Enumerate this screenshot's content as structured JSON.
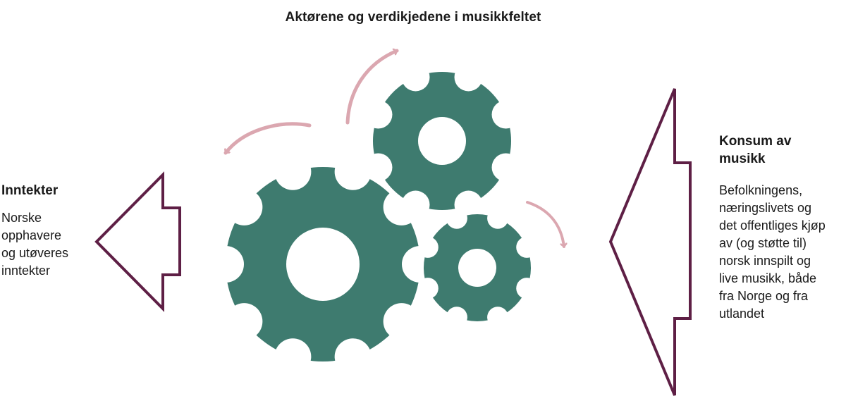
{
  "title": "Aktørene og verdikjedene i musikkfeltet",
  "left": {
    "heading": "Inntekter",
    "text": "Norske\nopphavere\nog utøveres\ninntekter"
  },
  "right": {
    "heading": "Konsum av\nmusikk",
    "text": "Befolkningens,\nnæringslivets og\ndet offentliges kjøp\nav (og støtte til)\nnorsk innspilt og\nlive musikk, både\nfra Norge og fra\nutlandet"
  },
  "colors": {
    "gear": "#3e7b6f",
    "arrow_outline": "#5e1f45",
    "flow_arrow": "#dba7b0"
  },
  "icons": [
    "large-gear-icon",
    "top-gear-icon",
    "small-gear-icon",
    "left-arrow-icon",
    "right-arrow-icon"
  ]
}
